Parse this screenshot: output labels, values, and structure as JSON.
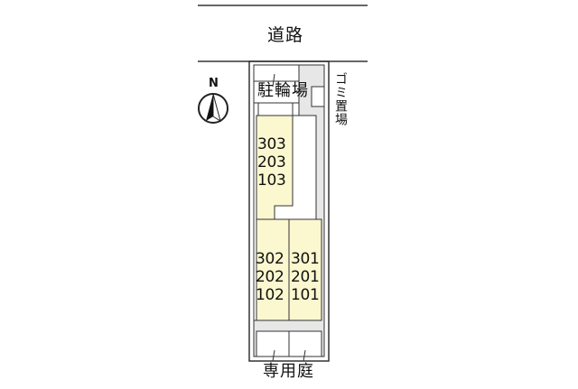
{
  "labels": {
    "road": "道路",
    "bicycle_parking": "駐輪場",
    "garbage_area": "ゴミ置場",
    "private_garden": "専用庭",
    "north": "N"
  },
  "units": {
    "column_303": [
      "303",
      "203",
      "103"
    ],
    "column_302": [
      "302",
      "202",
      "102"
    ],
    "column_301": [
      "301",
      "201",
      "101"
    ]
  },
  "colors": {
    "unit_fill": "#fbf7cf",
    "common_area_fill": "#e7e7e7",
    "outline": "#333333"
  },
  "icons": {
    "compass": "north-arrow-icon"
  }
}
